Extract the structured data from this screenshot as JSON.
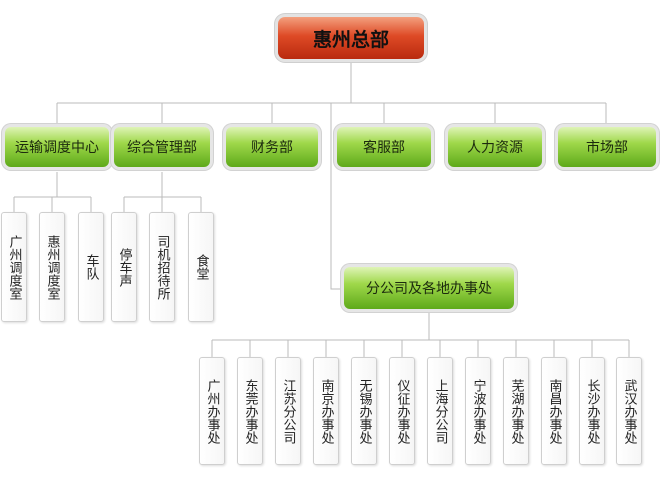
{
  "root": {
    "label": "惠州总部"
  },
  "departments": [
    {
      "label": "运输调度中心"
    },
    {
      "label": "综合管理部"
    },
    {
      "label": "财务部"
    },
    {
      "label": "客服部"
    },
    {
      "label": "人力资源"
    },
    {
      "label": "市场部"
    }
  ],
  "transport_children": [
    {
      "label": "广州调度室"
    },
    {
      "label": "惠州调度室"
    },
    {
      "label": "车队"
    }
  ],
  "admin_children": [
    {
      "label": "停车声"
    },
    {
      "label": "司机招待所"
    },
    {
      "label": "食堂"
    }
  ],
  "branch": {
    "label": "分公司及各地办事处"
  },
  "offices": [
    {
      "label": "广州办事处"
    },
    {
      "label": "东莞办事处"
    },
    {
      "label": "江苏分公司"
    },
    {
      "label": "南京办事处"
    },
    {
      "label": "无锡办事处"
    },
    {
      "label": "仪征办事处"
    },
    {
      "label": "上海分公司"
    },
    {
      "label": "宁波办事处"
    },
    {
      "label": "芜湖办事处"
    },
    {
      "label": "南昌办事处"
    },
    {
      "label": "长沙办事处"
    },
    {
      "label": "武汉办事处"
    }
  ],
  "colors": {
    "root": "#d84422",
    "department": "#8bcf3c",
    "connector": "#bbbbbb"
  }
}
